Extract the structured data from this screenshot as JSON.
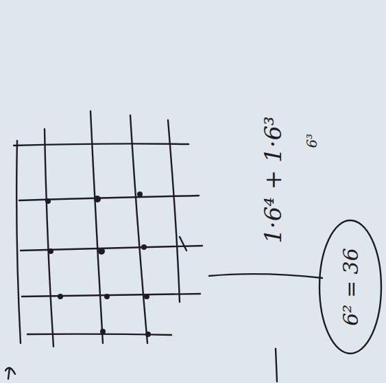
{
  "diagram": {
    "nodes": [
      {
        "text": [
          "6² = 36"
        ]
      }
    ],
    "labels": [
      "1·6⁴ + 1·6³",
      "6³"
    ]
  }
}
